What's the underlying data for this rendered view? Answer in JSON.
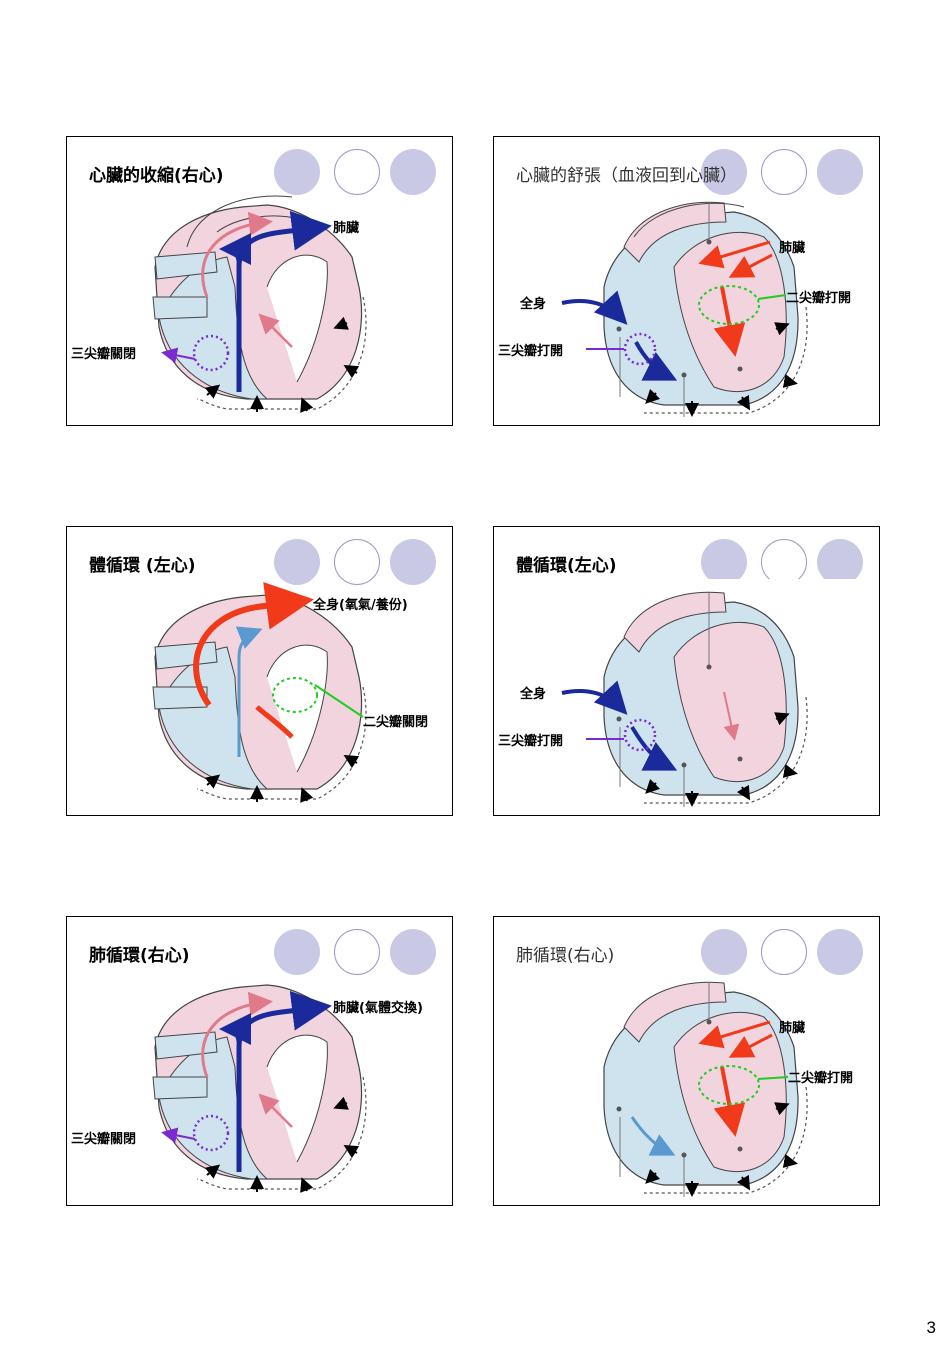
{
  "slides": [
    {
      "title": "心臟的收縮(右心)",
      "labels": {
        "lung": "肺臟",
        "tricuspid": "三尖瓣關閉"
      }
    },
    {
      "title": "心臟的舒張（血液回到心臟）",
      "labels": {
        "lung": "肺臟",
        "body": "全身",
        "mitral": "二尖瓣打開",
        "tricuspid": "三尖瓣打開"
      }
    },
    {
      "title": "體循環 (左心)",
      "labels": {
        "body": "全身(氧氣/養份)",
        "mitral": "二尖瓣關閉"
      }
    },
    {
      "title": "體循環(左心)",
      "labels": {
        "body": "全身",
        "tricuspid": "三尖瓣打開"
      }
    },
    {
      "title": "肺循環(右心)",
      "labels": {
        "lung": "肺臟(氣體交換)",
        "tricuspid": "三尖瓣關閉"
      }
    },
    {
      "title": "肺循環(右心)",
      "labels": {
        "lung": "肺臟",
        "mitral": "二尖瓣打開"
      }
    }
  ],
  "page_number": "3",
  "colors": {
    "blue_flow": "#1a2a9a",
    "red_flow": "#f03a1a",
    "pink_flow": "#e07a8a",
    "light_blue_flow": "#5a9ad0",
    "purple_marker": "#7a2ad0",
    "green_marker": "#22cc22",
    "circle_fill": "#c9c9e6",
    "atrium_pink": "#f2d4df",
    "ventricle_blue": "#cfe3ee"
  }
}
